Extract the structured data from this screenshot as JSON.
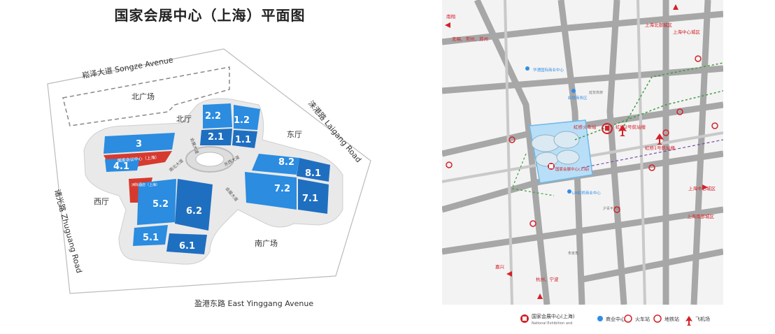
{
  "title": "国家会展中心（上海）平面图",
  "venue": {
    "roads": {
      "north": "崧泽大道 Songze Avenue",
      "east": "涞港路 Laigang Road",
      "south": "盈港东路 East Yinggang Avenue",
      "west": "诸光路 Zhuguang Road"
    },
    "areas": {
      "north_plaza": "北广场",
      "south_plaza": "南广场",
      "north_hall": "北厅",
      "east_hall": "东厅",
      "west_hall": "西厅",
      "conference": "国家会议中心（上海）",
      "hotel": "洲际酒店（上海）"
    },
    "halls": [
      "1.1",
      "1.2",
      "2.1",
      "2.2",
      "3",
      "4.1",
      "5.1",
      "5.2",
      "6.1",
      "6.2",
      "7.1",
      "7.2",
      "8.1",
      "8.2"
    ],
    "boulevards": {
      "north": "会展大道",
      "east": "东西大道",
      "west": "南北大道",
      "southeast": "会展大道"
    }
  },
  "map": {
    "labels": {
      "nanxiang": "南翔",
      "cities_nw": "无锡、常州、苏州",
      "north_ring": "上海北部城区",
      "downtown_ne": "上海中心城区",
      "huaqiao": "华漕国际商业中心",
      "hongqiao_csd": "虹桥商务区",
      "hongqiao_station": "虹桥火车站",
      "terminal2": "虹桥2号航站楼",
      "terminal1": "虹桥1号航站楼",
      "cbd": "LM虹桥商业中心",
      "venue": "国家会展中心(上海)",
      "downtown_e": "上海中心城区",
      "south_city": "上海南部城区",
      "jiaxing": "嘉兴",
      "hangzhou": "杭州、宁波",
      "zhuqiao": "朱家角",
      "huqingping": "沪青平高速",
      "yanan": "延安高架"
    }
  },
  "legend": {
    "venue_line1": "国家会展中心(上海)",
    "venue_line2": "National Exhibition and",
    "business": "商业中心",
    "rail": "火车站",
    "metro": "地铁站",
    "airport": "飞机场"
  },
  "colors": {
    "hall_blue": "#2b8ce0",
    "hall_blue_dark": "#1f6fc0",
    "conference_red": "#d63a2f",
    "map_red": "#d3222a",
    "map_blue": "#2f8ee6",
    "road_gray": "#a7a7a7"
  }
}
